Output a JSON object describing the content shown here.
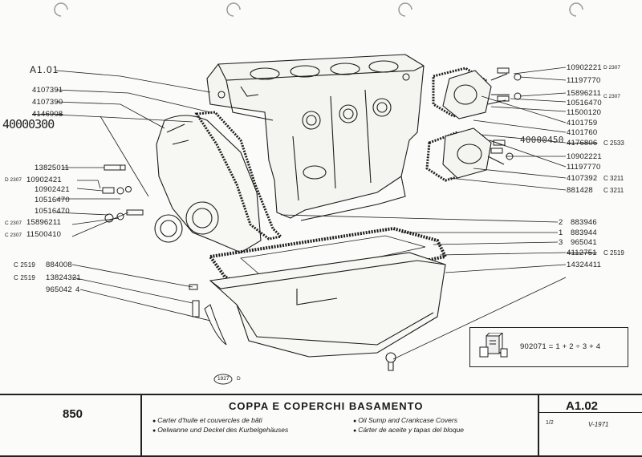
{
  "labels_left": [
    {
      "id": "a101",
      "text": "A1.01"
    },
    {
      "id": "p4107391",
      "text": "4107391"
    },
    {
      "id": "p4107390",
      "text": "4107390"
    },
    {
      "id": "p4146908",
      "text": "4146908"
    },
    {
      "id": "p13825011",
      "text": "13825011"
    },
    {
      "id": "p10902421a",
      "text": "10902421",
      "prefix": "D 2307"
    },
    {
      "id": "p10902421b",
      "text": "10902421"
    },
    {
      "id": "p10516470a",
      "text": "10516470"
    },
    {
      "id": "p10516470b",
      "text": "10516470"
    },
    {
      "id": "p15896211",
      "text": "15896211",
      "prefix": "C 2307"
    },
    {
      "id": "p11500410",
      "text": "11500410",
      "prefix": "C 2307"
    },
    {
      "id": "p884008",
      "text": "884008",
      "prefix": "C 2519"
    },
    {
      "id": "p13824321",
      "text": "13824321",
      "prefix": "C 2519"
    },
    {
      "id": "p965042",
      "text": "965042",
      "suffix": "4"
    }
  ],
  "handwritten": "40000300",
  "labels_right": [
    {
      "id": "r10902221a",
      "text": "10902221",
      "suffix": "D 2307"
    },
    {
      "id": "r11197770a",
      "text": "11197770"
    },
    {
      "id": "r15896211",
      "text": "15896211",
      "suffix": "C 2307"
    },
    {
      "id": "r10516470",
      "text": "10516470"
    },
    {
      "id": "r11500120",
      "text": "11500120"
    },
    {
      "id": "r4101759",
      "text": "4101759"
    },
    {
      "id": "r4101760",
      "text": "4101760"
    },
    {
      "id": "r4176806",
      "text": "4176806",
      "suffix": "C 2533",
      "overwrite": "40000450"
    },
    {
      "id": "r10902221b",
      "text": "10902221"
    },
    {
      "id": "r11197770b",
      "text": "11197770"
    },
    {
      "id": "r4107392",
      "text": "4107392",
      "suffix": "C 3211"
    },
    {
      "id": "r881428",
      "text": "881428",
      "suffix": "C 3211"
    },
    {
      "id": "r883946",
      "text": "883946",
      "prefix": "2"
    },
    {
      "id": "r883944",
      "text": "883944",
      "prefix": "1"
    },
    {
      "id": "r965041",
      "text": "965041",
      "prefix": "3"
    },
    {
      "id": "r4112751",
      "text": "4112751",
      "suffix": "C 2519"
    },
    {
      "id": "r14324411",
      "text": "14324411"
    }
  ],
  "kit": {
    "formula": "902071  = 1 + 2 ÷ 3 + 4"
  },
  "stamp": {
    "code": "1927",
    "letter": "D"
  },
  "title_block": {
    "section_number": "850",
    "title": "COPPA E COPERCHI BASAMENTO",
    "descriptions": [
      "Carter d'huile et couvercles de bâti",
      "Oelwanne und Deckel des Kurbelgehäuses",
      "Oil Sump and Crankcase Covers",
      "Cárter de aceite y tapas del bloque"
    ],
    "section_code": "A1.02",
    "page": "1/2",
    "date": "V-1971"
  }
}
